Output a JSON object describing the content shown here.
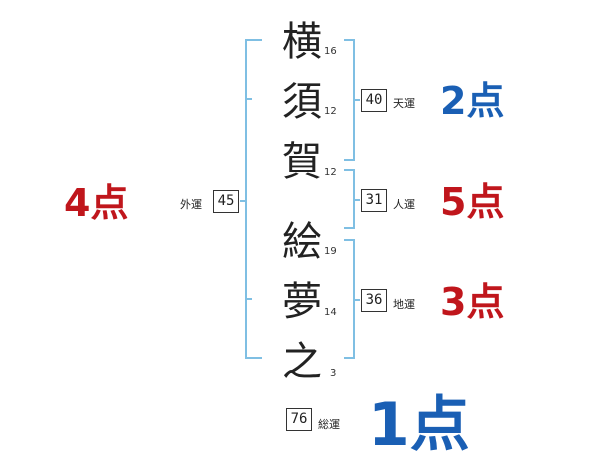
{
  "name": {
    "characters": [
      {
        "char": "横",
        "strokes": "16"
      },
      {
        "char": "須",
        "strokes": "12"
      },
      {
        "char": "賀",
        "strokes": "12"
      },
      {
        "char": "絵",
        "strokes": "19"
      },
      {
        "char": "夢",
        "strokes": "14"
      },
      {
        "char": "之",
        "strokes": "3"
      }
    ]
  },
  "fortunes": {
    "gaiun": {
      "label": "外運",
      "value": "45",
      "score": "4点"
    },
    "tenun": {
      "label": "天運",
      "value": "40",
      "score": "2点"
    },
    "jinun": {
      "label": "人運",
      "value": "31",
      "score": "5点"
    },
    "chiun": {
      "label": "地運",
      "value": "36",
      "score": "3点"
    },
    "souun": {
      "label": "総運",
      "value": "76",
      "score": "1点"
    }
  },
  "colors": {
    "bracket": "#7fbfe3",
    "score_red": "#c0161c",
    "score_blue": "#1a5fb4"
  }
}
